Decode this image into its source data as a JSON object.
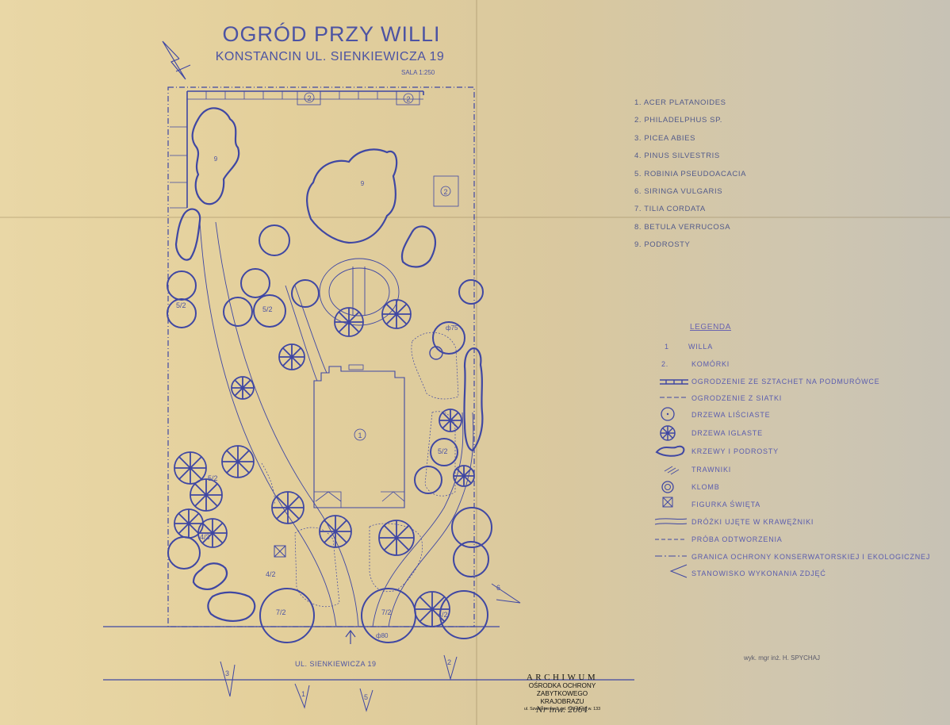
{
  "title": "OGRÓD PRZY WILLI",
  "subtitle": "KONSTANCIN UL. SIENKIEWICZA 19",
  "scale": "SALA 1:250",
  "street": "UL. SIENKIEWICZA 19",
  "species": [
    "1. ACER PLATANOIDES",
    "2. PHILADELPHUS SP.",
    "3. PICEA ABIES",
    "4. PINUS SILVESTRIS",
    "5. ROBINIA PSEUDOACACIA",
    "6. SIRINGA VULGARIS",
    "7. TILIA CORDATA",
    "8. BETULA VERRUCOSA",
    "9. PODROSTY"
  ],
  "legend": {
    "title": "LEGENDA",
    "items": [
      {
        "symbol": "1",
        "label": "WILLA"
      },
      {
        "symbol": "2.",
        "label": "KOMÓRKI"
      },
      {
        "symbol": "fence-brick",
        "label": "OGRODZENIE ZE SZTACHET NA PODMURÓWCE"
      },
      {
        "symbol": "fence-mesh",
        "label": "OGRODZENIE Z SIATKI"
      },
      {
        "symbol": "deciduous-tree-icon",
        "label": "DRZEWA LIŚCIASTE"
      },
      {
        "symbol": "conifer-tree-icon",
        "label": "DRZEWA IGLASTE"
      },
      {
        "symbol": "shrub-icon",
        "label": "KRZEWY I PODROSTY"
      },
      {
        "symbol": "lawn-icon",
        "label": "TRAWNIKI"
      },
      {
        "symbol": "flowerbed-icon",
        "label": "KLOMB"
      },
      {
        "symbol": "figure-icon",
        "label": "FIGURKA ŚWIĘTA"
      },
      {
        "symbol": "path-line",
        "label": "DRÓŻKI UJĘTE W KRAWĘŻNIKI"
      },
      {
        "symbol": "dashed-line",
        "label": "PRÓBA ODTWORZENIA"
      },
      {
        "symbol": "dash-dot-line",
        "label": "GRANICA OCHRONY KONSERWATORSKIEJ I EKOLOGICZNEJ"
      },
      {
        "symbol": "viewpoint-icon",
        "label": "STANOWISKO WYKONANIA ZDJĘĆ"
      }
    ]
  },
  "plan_labels": {
    "villa": "1",
    "outbuilding": "2",
    "shrub_9": "9",
    "dbh_75": "ф75",
    "dbh_80": "ф80",
    "tree_5_2": "5/2",
    "tree_4_3": "4/3",
    "tree_4_2": "4/2",
    "tree_7_2": "7/2",
    "photo_point_1": "1",
    "photo_point_2": "2",
    "photo_point_3": "3",
    "photo_point_5": "5",
    "photo_point_6": "6"
  },
  "stamp": {
    "line1": "ARCHIWUM",
    "line2": "OŚRODKA OCHRONY",
    "line3": "ZABYTKOWEGO KRAJOBRAZU",
    "line4": "ul. Szwoleżerów 9, tel. 628 48 41 w. 133"
  },
  "inventory": "Nr inw. 2664",
  "author": "wyk. mgr inż. H. SPYCHAJ",
  "colors": {
    "paper": "#e6d4a2",
    "ink": "#3f47a3",
    "legend": "#5a5cae"
  }
}
